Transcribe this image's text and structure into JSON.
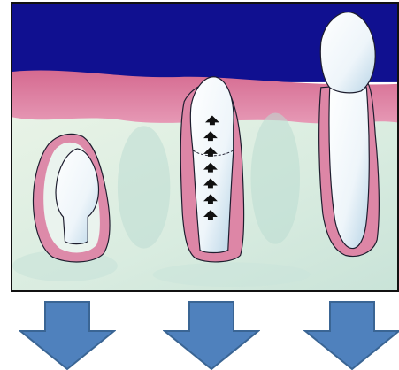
{
  "illustration": {
    "panels": [
      {
        "subject": "tooth-crown-buried-in-bone"
      },
      {
        "subject": "tooth-erupting-through-gum-with-arrow-markers"
      },
      {
        "subject": "tooth-fully-erupted-above-gum"
      }
    ],
    "colors": {
      "background_sky": "#101090",
      "gum": "#d66f93",
      "gum_light": "#e9a7bf",
      "bone": "#dfeee0",
      "bone_shadow": "#b9dbd1",
      "tooth": "#f4f8fb",
      "tooth_shadow": "#aacbe0",
      "outline": "#1d1d2e",
      "marker": "#101010"
    }
  },
  "arrows": {
    "count": 3,
    "direction": "down",
    "fill_color": "#4f81bd",
    "stroke_color": "#3a6594"
  }
}
